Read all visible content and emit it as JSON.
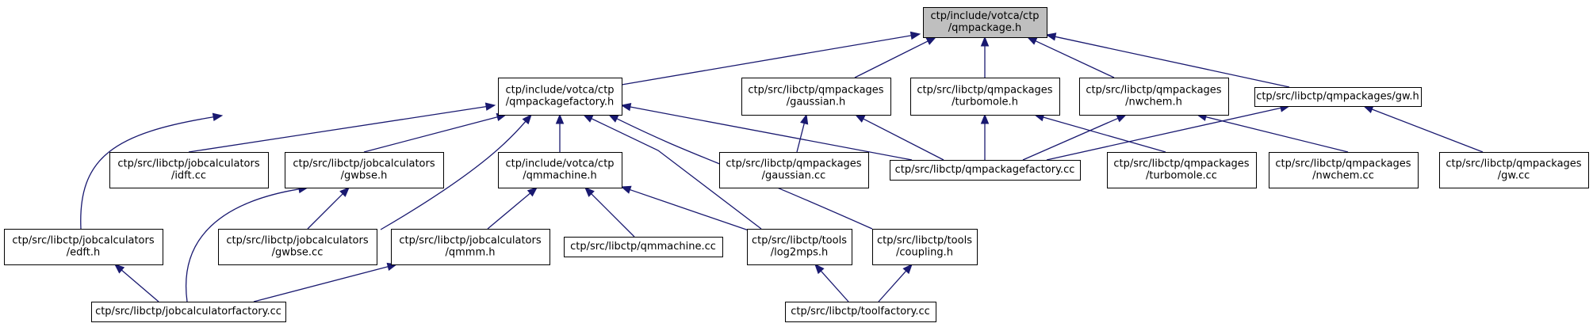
{
  "graph": {
    "root": {
      "id": "qmpackage_h",
      "lines": [
        "ctp/include/votca/ctp",
        "/qmpackage.h"
      ]
    },
    "nodes": [
      {
        "id": "qmpackage_h",
        "lines": [
          "ctp/include/votca/ctp",
          "/qmpackage.h"
        ]
      },
      {
        "id": "qmpackagefactory_h",
        "lines": [
          "ctp/include/votca/ctp",
          "/qmpackagefactory.h"
        ]
      },
      {
        "id": "gaussian_h",
        "lines": [
          "ctp/src/libctp/qmpackages",
          "/gaussian.h"
        ]
      },
      {
        "id": "turbomole_h",
        "lines": [
          "ctp/src/libctp/qmpackages",
          "/turbomole.h"
        ]
      },
      {
        "id": "nwchem_h",
        "lines": [
          "ctp/src/libctp/qmpackages",
          "/nwchem.h"
        ]
      },
      {
        "id": "gw_h",
        "lines": [
          "ctp/src/libctp/qmpackages/gw.h"
        ]
      },
      {
        "id": "idft_cc",
        "lines": [
          "ctp/src/libctp/jobcalculators",
          "/idft.cc"
        ]
      },
      {
        "id": "gwbse_h",
        "lines": [
          "ctp/src/libctp/jobcalculators",
          "/gwbse.h"
        ]
      },
      {
        "id": "qmmachine_h",
        "lines": [
          "ctp/include/votca/ctp",
          "/qmmachine.h"
        ]
      },
      {
        "id": "gaussian_cc",
        "lines": [
          "ctp/src/libctp/qmpackages",
          "/gaussian.cc"
        ]
      },
      {
        "id": "qmpackagefactory_cc",
        "lines": [
          "ctp/src/libctp/qmpackagefactory.cc"
        ]
      },
      {
        "id": "turbomole_cc",
        "lines": [
          "ctp/src/libctp/qmpackages",
          "/turbomole.cc"
        ]
      },
      {
        "id": "nwchem_cc",
        "lines": [
          "ctp/src/libctp/qmpackages",
          "/nwchem.cc"
        ]
      },
      {
        "id": "gw_cc",
        "lines": [
          "ctp/src/libctp/qmpackages",
          "/gw.cc"
        ]
      },
      {
        "id": "edft_h",
        "lines": [
          "ctp/src/libctp/jobcalculators",
          "/edft.h"
        ]
      },
      {
        "id": "gwbse_cc",
        "lines": [
          "ctp/src/libctp/jobcalculators",
          "/gwbse.cc"
        ]
      },
      {
        "id": "qmmm_h",
        "lines": [
          "ctp/src/libctp/jobcalculators",
          "/qmmm.h"
        ]
      },
      {
        "id": "qmmachine_cc",
        "lines": [
          "ctp/src/libctp/qmmachine.cc"
        ]
      },
      {
        "id": "log2mps_h",
        "lines": [
          "ctp/src/libctp/tools",
          "/log2mps.h"
        ]
      },
      {
        "id": "coupling_h",
        "lines": [
          "ctp/src/libctp/tools",
          "/coupling.h"
        ]
      },
      {
        "id": "jobcalculatorfactory_cc",
        "lines": [
          "ctp/src/libctp/jobcalculatorfactory.cc"
        ]
      },
      {
        "id": "toolfactory_cc",
        "lines": [
          "ctp/src/libctp/toolfactory.cc"
        ]
      }
    ],
    "edges": [
      {
        "from": "qmpackagefactory_h",
        "to": "qmpackage_h"
      },
      {
        "from": "gaussian_h",
        "to": "qmpackage_h"
      },
      {
        "from": "turbomole_h",
        "to": "qmpackage_h"
      },
      {
        "from": "nwchem_h",
        "to": "qmpackage_h"
      },
      {
        "from": "gw_h",
        "to": "qmpackage_h"
      },
      {
        "from": "edft_h",
        "to": "qmpackagefactory_h"
      },
      {
        "from": "idft_cc",
        "to": "qmpackagefactory_h"
      },
      {
        "from": "gwbse_h",
        "to": "qmpackagefactory_h"
      },
      {
        "from": "gwbse_cc",
        "to": "qmpackagefactory_h"
      },
      {
        "from": "qmmachine_h",
        "to": "qmpackagefactory_h"
      },
      {
        "from": "log2mps_h",
        "to": "qmpackagefactory_h"
      },
      {
        "from": "coupling_h",
        "to": "qmpackagefactory_h"
      },
      {
        "from": "qmpackagefactory_cc",
        "to": "qmpackagefactory_h"
      },
      {
        "from": "gaussian_cc",
        "to": "gaussian_h"
      },
      {
        "from": "qmpackagefactory_cc",
        "to": "gaussian_h"
      },
      {
        "from": "qmpackagefactory_cc",
        "to": "turbomole_h"
      },
      {
        "from": "turbomole_cc",
        "to": "turbomole_h"
      },
      {
        "from": "qmpackagefactory_cc",
        "to": "nwchem_h"
      },
      {
        "from": "nwchem_cc",
        "to": "nwchem_h"
      },
      {
        "from": "qmpackagefactory_cc",
        "to": "gw_h"
      },
      {
        "from": "gw_cc",
        "to": "gw_h"
      },
      {
        "from": "gwbse_cc",
        "to": "gwbse_h"
      },
      {
        "from": "jobcalculatorfactory_cc",
        "to": "gwbse_h"
      },
      {
        "from": "qmmm_h",
        "to": "qmmachine_h"
      },
      {
        "from": "qmmachine_cc",
        "to": "qmmachine_h"
      },
      {
        "from": "log2mps_h",
        "to": "qmmachine_h"
      },
      {
        "from": "jobcalculatorfactory_cc",
        "to": "edft_h"
      },
      {
        "from": "jobcalculatorfactory_cc",
        "to": "qmmm_h"
      },
      {
        "from": "toolfactory_cc",
        "to": "log2mps_h"
      },
      {
        "from": "toolfactory_cc",
        "to": "coupling_h"
      }
    ],
    "colors": {
      "edge": "#191970",
      "root_fill": "#bfbfbf",
      "node_fill": "#ffffff",
      "border": "#000000"
    }
  }
}
